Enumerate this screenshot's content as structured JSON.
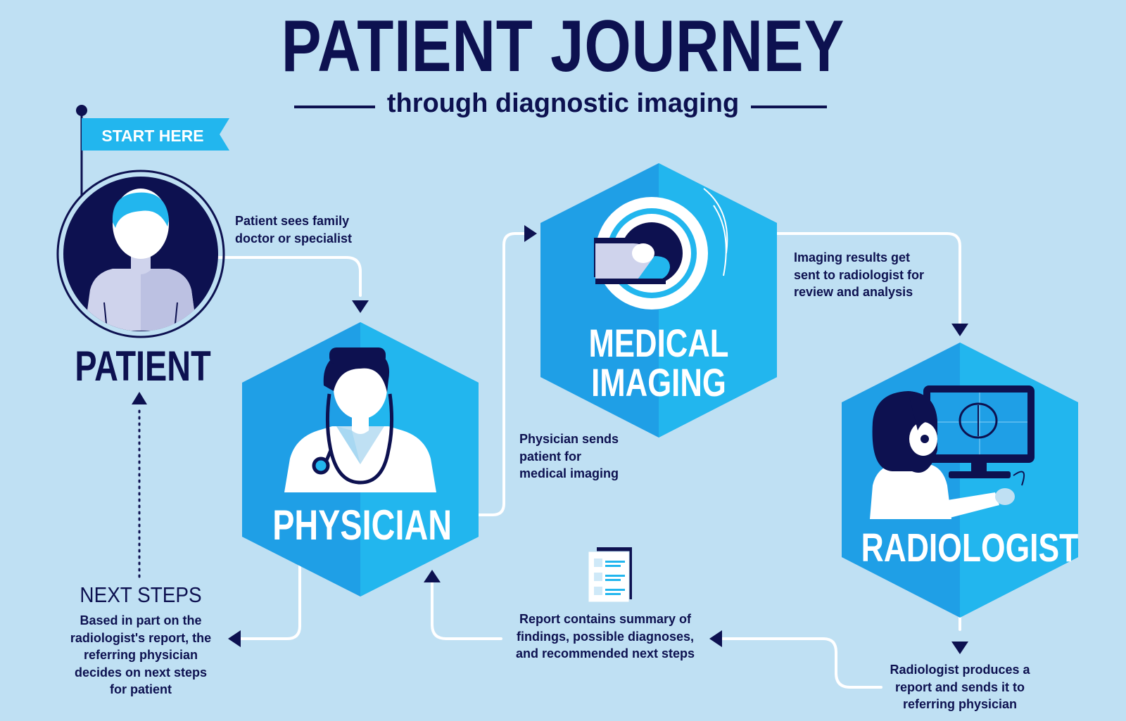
{
  "header": {
    "title": "PATIENT JOURNEY",
    "subtitle": "through diagnostic imaging"
  },
  "start_flag": {
    "label": "START HERE"
  },
  "nodes": {
    "patient": {
      "label": "PATIENT",
      "icon": "patient-icon"
    },
    "physician": {
      "label": "PHYSICIAN",
      "icon": "physician-icon"
    },
    "medical_imaging": {
      "label_line1": "MEDICAL",
      "label_line2": "IMAGING",
      "icon": "mri-scanner-icon"
    },
    "radiologist": {
      "label": "RADIOLOGIST",
      "icon": "radiologist-icon"
    }
  },
  "steps": {
    "patient_to_physician": {
      "line1": "Patient sees family",
      "line2": "doctor or specialist"
    },
    "physician_to_imaging": {
      "line1": "Physician sends",
      "line2": "patient for",
      "line3": "medical imaging"
    },
    "imaging_to_radiologist": {
      "line1": "Imaging results get",
      "line2": "sent to radiologist for",
      "line3": "review and analysis"
    },
    "radiologist_report": {
      "line1": "Radiologist produces a",
      "line2": "report and sends it to",
      "line3": "referring physician"
    },
    "report_contents": {
      "line1": "Report contains summary of",
      "line2": "findings, possible diagnoses,",
      "line3": "and recommended next steps",
      "icon": "report-document-icon"
    },
    "next_steps": {
      "title": "NEXT STEPS",
      "line1": "Based in part on the",
      "line2": "radiologist's report, the",
      "line3": "referring physician",
      "line4": "decides on next steps",
      "line5": "for patient"
    }
  },
  "colors": {
    "background": "#bfe0f3",
    "navy": "#0d1150",
    "hex_light": "#22b6ee",
    "hex_dark": "#1f9fe6",
    "flag": "#22b6ee",
    "connector": "#ffffff",
    "white": "#ffffff"
  }
}
